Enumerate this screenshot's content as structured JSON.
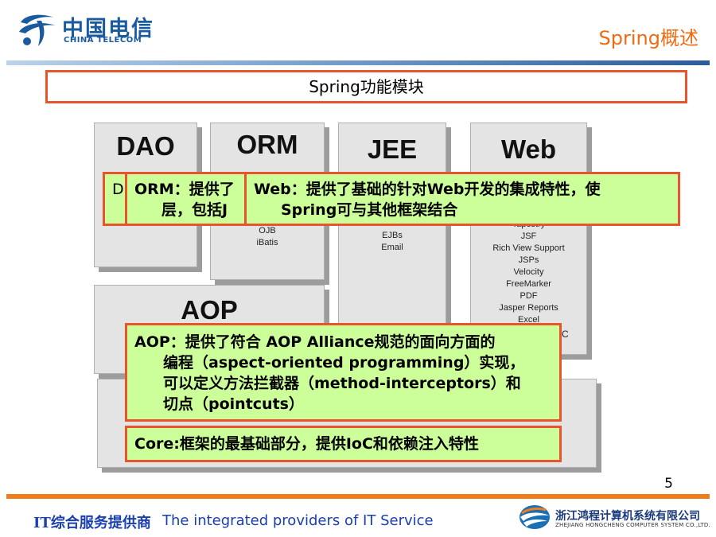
{
  "header": {
    "logo_cn": "中国电信",
    "logo_en": "CHINA TELECOM",
    "title": "Spring概述"
  },
  "section_title": "Spring功能模块",
  "modules": {
    "dao": {
      "title": "DAO"
    },
    "orm": {
      "title": "ORM",
      "items": [
        "OJB",
        "iBatis"
      ]
    },
    "jee": {
      "title": "JEE",
      "items": [
        "EJBs",
        "Email"
      ]
    },
    "web": {
      "title": "Web",
      "items": [
        "Tapestry",
        "JSF",
        "Rich View Support",
        "JSPs",
        "Velocity",
        "FreeMarker",
        "PDF",
        "Jasper Reports",
        "Excel"
      ],
      "trailing": "C"
    },
    "aop": {
      "title": "AOP"
    }
  },
  "callouts": {
    "dao_fragment": "D",
    "orm_line1": "ORM：提供了",
    "orm_line2": "层，包括J",
    "web_line1": "Web：提供了基础的针对Web开发的集成特性，使",
    "web_line2": "Spring可与其他框架结合",
    "aop_line1": "AOP：提供了符合 AOP Alliance规范的面向方面的",
    "aop_line2": "编程（aspect-oriented programming）实现，",
    "aop_line3": "可以定义方法拦截器（method-interceptors）和",
    "aop_line4": "切点（pointcuts）",
    "core": "Core:框架的最基础部分，提供IoC和依赖注入特性"
  },
  "page_number": "5",
  "footer": {
    "slogan_cn": "IT综合服务提供商",
    "slogan_en": "The integrated providers of IT Service",
    "company_cn": "浙江鸿程计算机系统有限公司",
    "company_en": "ZHEJIANG HONGCHENG COMPUTER SYSTEM CO.,LTD."
  },
  "colors": {
    "accent_orange": "#e8542b",
    "callout_fill": "#ccff99",
    "brand_blue": "#1a5a9e"
  }
}
